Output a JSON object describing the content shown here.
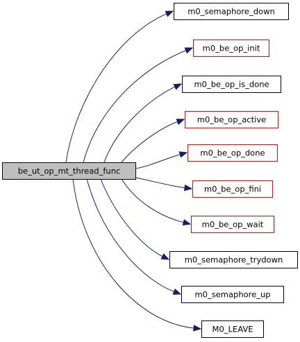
{
  "graph": {
    "colors": {
      "edge": "#191970",
      "root_fill": "#bfbfbf",
      "root_border": "#000000",
      "node_border_documented": "#000000",
      "node_border_undocumented": "#ff0000"
    },
    "root": {
      "id": "root",
      "label": "be_ut_op_mt_thread_func"
    },
    "nodes": [
      {
        "id": "n1",
        "label": "m0_semaphore_down",
        "border": "black"
      },
      {
        "id": "n2",
        "label": "m0_be_op_init",
        "border": "red"
      },
      {
        "id": "n3",
        "label": "m0_be_op_is_done",
        "border": "black"
      },
      {
        "id": "n4",
        "label": "m0_be_op_active",
        "border": "red"
      },
      {
        "id": "n5",
        "label": "m0_be_op_done",
        "border": "red"
      },
      {
        "id": "n6",
        "label": "m0_be_op_fini",
        "border": "red"
      },
      {
        "id": "n7",
        "label": "m0_be_op_wait",
        "border": "red"
      },
      {
        "id": "n8",
        "label": "m0_semaphore_trydown",
        "border": "black"
      },
      {
        "id": "n9",
        "label": "m0_semaphore_up",
        "border": "black"
      },
      {
        "id": "n10",
        "label": "M0_LEAVE",
        "border": "black"
      }
    ],
    "edges": [
      {
        "from": "root",
        "to": "n1"
      },
      {
        "from": "root",
        "to": "n2"
      },
      {
        "from": "root",
        "to": "n3"
      },
      {
        "from": "root",
        "to": "n4"
      },
      {
        "from": "root",
        "to": "n5"
      },
      {
        "from": "root",
        "to": "n6"
      },
      {
        "from": "root",
        "to": "n7"
      },
      {
        "from": "root",
        "to": "n8"
      },
      {
        "from": "root",
        "to": "n9"
      },
      {
        "from": "root",
        "to": "n10"
      }
    ]
  }
}
